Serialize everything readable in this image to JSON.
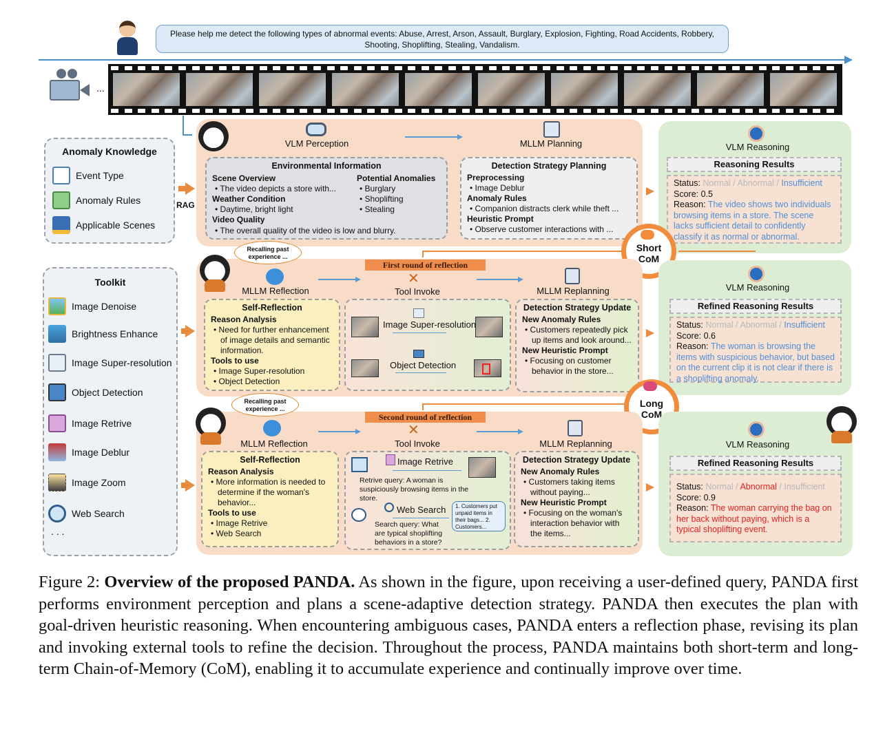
{
  "query": "Please help me detect the following types of abnormal events: Abuse, Arrest, Arson, Assault, Burglary, Explosion, Fighting, Road Accidents, Robbery, Shooting, Shoplifting, Stealing, Vandalism.",
  "ellipsis": "...",
  "knowledge": {
    "title": "Anomaly Knowledge",
    "items": [
      "Event Type",
      "Anomaly Rules",
      "Applicable Scenes"
    ],
    "rag": "RAG"
  },
  "toolkit": {
    "title": "Toolkit",
    "items": [
      "Image Denoise",
      "Brightness Enhance",
      "Image Super-resolution",
      "Object Detection",
      "Image Retrive",
      "Image Deblur",
      "Image Zoom",
      "Web Search"
    ],
    "more": ". . ."
  },
  "row1": {
    "perception": "VLM Perception",
    "planning": "MLLM Planning",
    "env": {
      "title": "Environmental Information",
      "h1": "Scene Overview",
      "b1": "The video depicts a  store with...",
      "h2": "Weather Condition",
      "b2": "Daytime, bright light",
      "h3": "Video Quality",
      "b3": "The overall quality of the video is low and blurry.",
      "h4": "Potential Anomalies",
      "anoms": [
        "Burglary",
        "Shoplifting",
        "Stealing"
      ]
    },
    "plan": {
      "title": "Detection Strategy Planning",
      "h1": "Preprocessing",
      "b1": "Image Deblur",
      "h2": "Anomaly Rules",
      "b2": "Companion distracts clerk while theft ...",
      "h3": "Heuristic Prompt",
      "b3": "Observe customer interactions with ..."
    },
    "reasoning": {
      "label": "VLM Reasoning",
      "title": "Reasoning Results",
      "status_label": "Status:",
      "normal": "Normal",
      "abnormal": "Abnormal",
      "insufficient": "Insufficient",
      "sep": " / ",
      "score": "Score: 0.5",
      "reason_label": "Reason:",
      "reason": "The video shows two individuals browsing items in a store. The scene lacks sufficient detail to confidently classify it as normal or abnormal."
    }
  },
  "short_com": [
    "Short",
    "CoM"
  ],
  "long_com": [
    "Long",
    "CoM"
  ],
  "row2": {
    "banner": "First round of reflection",
    "cloud": "Recalling past experience ...",
    "reflection": "MLLM Reflection",
    "invoke": "Tool Invoke",
    "replanning": "MLLM Replanning",
    "self": {
      "title": "Self-Reflection",
      "h1": "Reason Analysis",
      "b1": "Need for further enhancement of image details and semantic information.",
      "h2": "Tools to use",
      "tools": [
        "Image Super-resolution",
        "Object Detection"
      ]
    },
    "tool1": "Image Super-resolution",
    "tool2": "Object Detection",
    "update": {
      "title": "Detection Strategy Update",
      "h1": "New Anomaly Rules",
      "b1": "Customers repeatedly pick up items and look around...",
      "h2": "New Heuristic Prompt",
      "b2": "Focusing on customer behavior in the store..."
    },
    "reasoning": {
      "label": "VLM Reasoning",
      "title": "Refined Reasoning Results",
      "score": "Score: 0.6",
      "reason": "The woman is browsing the items with suspicious behavior, but based on the current clip it is not clear if there is a shoplifting anomaly."
    }
  },
  "row3": {
    "banner": "Second round of reflection",
    "cloud": "Recalling past experience ...",
    "reflection": "MLLM Reflection",
    "invoke": "Tool Invoke",
    "replanning": "MLLM Replanning",
    "self": {
      "title": "Self-Reflection",
      "h1": "Reason Analysis",
      "b1": "More information is needed to determine if the woman's behavior...",
      "h2": "Tools to use",
      "tools": [
        "Image Retrive",
        "Web Search"
      ]
    },
    "tool1": "Image Retrive",
    "query1": "Retrive query: A woman is suspiciously browsing items in the store.",
    "tool2": "Web Search",
    "query2": "Search query: What are typical shoplifting behaviors in a store?",
    "web_result": "1. Customers put unpaid items in their bags... 2. Customers...",
    "update": {
      "title": "Detection Strategy Update",
      "h1": "New Anomaly Rules",
      "b1": "Customers taking items without paying...",
      "h2": "New Heuristic Prompt",
      "b2": "Focusing on the woman's interaction behavior with the items..."
    },
    "reasoning": {
      "label": "VLM Reasoning",
      "title": "Refined Reasoning Results",
      "score": "Score: 0.9",
      "reason": "The woman carrying the bag on her back without paying, which is a typical shoplifting event."
    }
  },
  "caption": {
    "prefix": "Figure 2: ",
    "bold": "Overview of the proposed PANDA.",
    "text": " As shown in the figure, upon receiving a user-defined query, PANDA first performs environment perception and plans a scene-adaptive detection strategy. PANDA then executes the plan with goal-driven heuristic reasoning. When encountering ambiguous cases, PANDA enters a reflection phase, revising its plan and invoking external tools to refine the decision. Throughout the process, PANDA maintains both short-term and long-term Chain-of-Memory (CoM), enabling it to accumulate experience and continually improve over time."
  }
}
